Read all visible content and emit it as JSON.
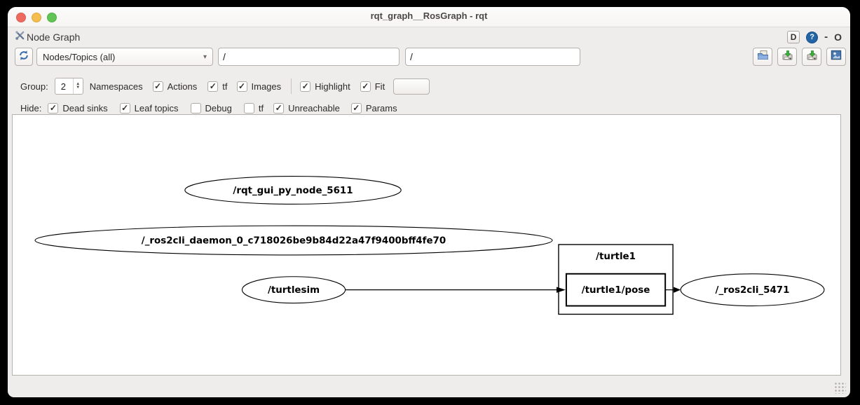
{
  "window": {
    "title": "rqt_graph__RosGraph - rqt"
  },
  "panel": {
    "title": "Node Graph",
    "buttons": {
      "settings": "D",
      "help": "?",
      "minimize": "-",
      "float": "O"
    }
  },
  "toolbar": {
    "refresh_icon": "refresh-graph",
    "graph_type_selected": "Nodes/Topics (all)",
    "node_filter_value": "/",
    "topic_filter_value": "/",
    "right_icons": [
      "open-dot-file-icon",
      "save-dot-file-icon",
      "save-as-svg-icon",
      "save-as-image-icon"
    ]
  },
  "options_row": {
    "group_label": "Group:",
    "group_value": "2",
    "namespaces_label": "Namespaces",
    "actions": {
      "label": "Actions",
      "checked": true
    },
    "tf": {
      "label": "tf",
      "checked": true
    },
    "images": {
      "label": "Images",
      "checked": true
    },
    "highlight": {
      "label": "Highlight",
      "checked": true
    },
    "fit": {
      "label": "Fit",
      "checked": true
    }
  },
  "hide_row": {
    "label": "Hide:",
    "dead_sinks": {
      "label": "Dead sinks",
      "checked": true
    },
    "leaf_topics": {
      "label": "Leaf topics",
      "checked": true
    },
    "debug": {
      "label": "Debug",
      "checked": false
    },
    "tf": {
      "label": "tf",
      "checked": false
    },
    "unreachable": {
      "label": "Unreachable",
      "checked": true
    },
    "params": {
      "label": "Params",
      "checked": true
    }
  },
  "graph": {
    "nodes": {
      "rqt_gui": "/rqt_gui_py_node_5611",
      "daemon": "/_ros2cli_daemon_0_c718026be9b84d22a47f9400bff4fe70",
      "turtlesim": "/turtlesim",
      "turtle1_group": "/turtle1",
      "turtle1_pose": "/turtle1/pose",
      "ros2cli": "/_ros2cli_5471"
    },
    "edges": [
      {
        "from": "/turtlesim",
        "to": "/turtle1/pose"
      },
      {
        "from": "/turtle1/pose",
        "to": "/_ros2cli_5471"
      }
    ]
  },
  "colors": {
    "accent_blue": "#3465a4",
    "help_blue": "#2264a6",
    "panel_bg": "#efedeb",
    "canvas_bg": "#ffffff",
    "node_stroke": "#000000",
    "traffic_red": "#ee6a5f",
    "traffic_yellow": "#f4bd50",
    "traffic_green": "#61c555",
    "save_arrow_green": "#3fae3f"
  }
}
